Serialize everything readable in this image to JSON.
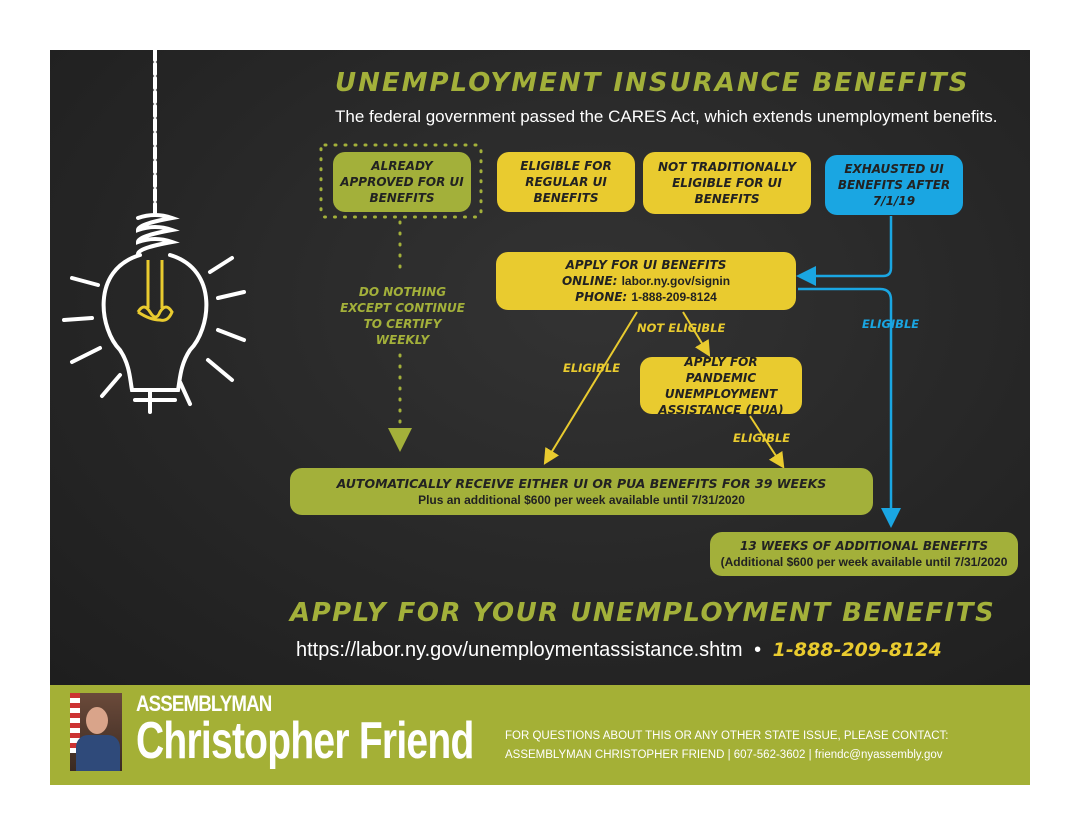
{
  "title": "Unemployment Insurance Benefits",
  "subtitle": "The federal government passed the CARES Act, which extends unemployment benefits.",
  "boxes": {
    "already_approved": "Already approved for UI benefits",
    "eligible_regular": "Eligible for regular UI benefits",
    "not_traditional": "Not traditionally eligible for UI benefits",
    "exhausted": "Exhausted UI benefits after 7/1/19",
    "apply_ui": {
      "title": "Apply for UI benefits",
      "online_label": "Online:",
      "online_value": "labor.ny.gov/signin",
      "phone_label": "Phone:",
      "phone_value": "1-888-209-8124"
    },
    "do_nothing": "Do nothing except continue to certify weekly",
    "pua": "Apply for Pandemic Unemployment Assistance (PUA)",
    "receive": {
      "title": "Automatically receive either UI or PUA benefits for 39 weeks",
      "note": "Plus an additional $600 per week available until 7/31/2020"
    },
    "thirteen": {
      "title": "13 weeks of additional benefits",
      "note": "(Additional $600 per week available until 7/31/2020"
    }
  },
  "labels": {
    "not_eligible": "Not eligible",
    "eligible": "Eligible"
  },
  "cta": {
    "heading": "Apply for your unemployment benefits",
    "url": "https://labor.ny.gov/unemploymentassistance.shtm",
    "bullet": "•",
    "phone": "1-888-209-8124"
  },
  "footer": {
    "role": "ASSEMBLYMAN",
    "name": "Christopher Friend",
    "contact_line1": "FOR QUESTIONS ABOUT THIS OR ANY OTHER STATE ISSUE, PLEASE CONTACT:",
    "contact_line2": "ASSEMBLYMAN CHRISTOPHER FRIEND | 607-562-3602 | friendc@nyassembly.gov"
  },
  "colors": {
    "green": "#a3b03a",
    "yellow": "#e9cb2f",
    "blue": "#1aa6e2",
    "board": "#262626"
  }
}
